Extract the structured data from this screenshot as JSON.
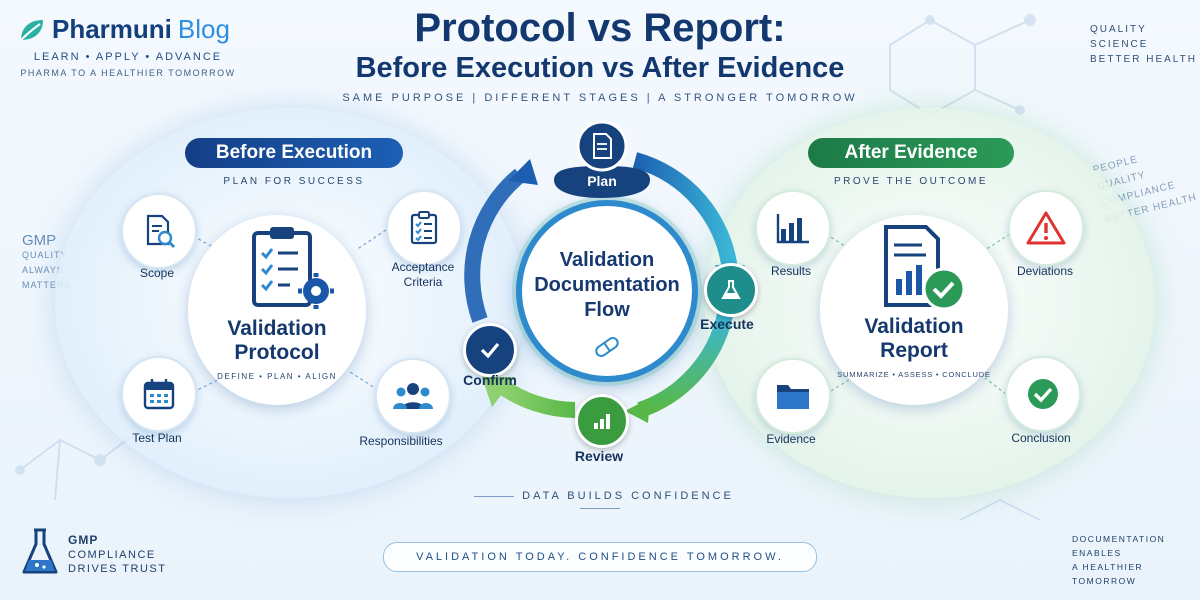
{
  "brand": {
    "name": "Pharmuni",
    "blog": "Blog",
    "tagline1": "LEARN • APPLY • ADVANCE",
    "tagline2": "PHARMA TO A HEALTHIER TOMORROW"
  },
  "title": {
    "line1": "Protocol vs Report:",
    "line2": "Before Execution vs After Evidence",
    "tagline": "SAME PURPOSE  |  DIFFERENT STAGES  |  A STRONGER TOMORROW"
  },
  "top_right": [
    "QUALITY",
    "SCIENCE",
    "BETTER HEALTH"
  ],
  "left": {
    "heading": "Before Execution",
    "subheading": "PLAN FOR SUCCESS",
    "core_title_1": "Validation",
    "core_title_2": "Protocol",
    "core_sub": "DEFINE • PLAN • ALIGN",
    "items": {
      "scope": "Scope",
      "acceptance_1": "Acceptance",
      "acceptance_2": "Criteria",
      "test_plan": "Test Plan",
      "responsibilities": "Responsibilities"
    },
    "watermark": [
      "GMP",
      "QUALITY",
      "ALWAYS",
      "MATTERS"
    ]
  },
  "center": {
    "title_1": "Validation",
    "title_2": "Documentation",
    "title_3": "Flow",
    "nodes": {
      "plan": "Plan",
      "execute": "Execute",
      "review": "Review",
      "confirm": "Confirm"
    }
  },
  "right": {
    "heading": "After Evidence",
    "subheading": "PROVE THE OUTCOME",
    "core_title_1": "Validation",
    "core_title_2": "Report",
    "core_sub": "SUMMARIZE • ASSESS • CONCLUDE",
    "items": {
      "results": "Results",
      "deviations": "Deviations",
      "evidence": "Evidence",
      "conclusion": "Conclusion"
    },
    "watermark": [
      "PEOPLE",
      "QUALITY",
      "COMPLIANCE",
      "BETTER HEALTH"
    ]
  },
  "bottom": {
    "data_line": "DATA BUILDS CONFIDENCE",
    "pill": "VALIDATION TODAY.  CONFIDENCE TOMORROW.",
    "gmp": [
      "GMP",
      "COMPLIANCE",
      "DRIVES TRUST"
    ],
    "right": [
      "DOCUMENTATION",
      "ENABLES",
      "A HEALTHIER TOMORROW"
    ]
  },
  "colors": {
    "navy": "#12386f",
    "blue": "#2d8acc",
    "green": "#2b9a58",
    "red": "#e0332f"
  }
}
